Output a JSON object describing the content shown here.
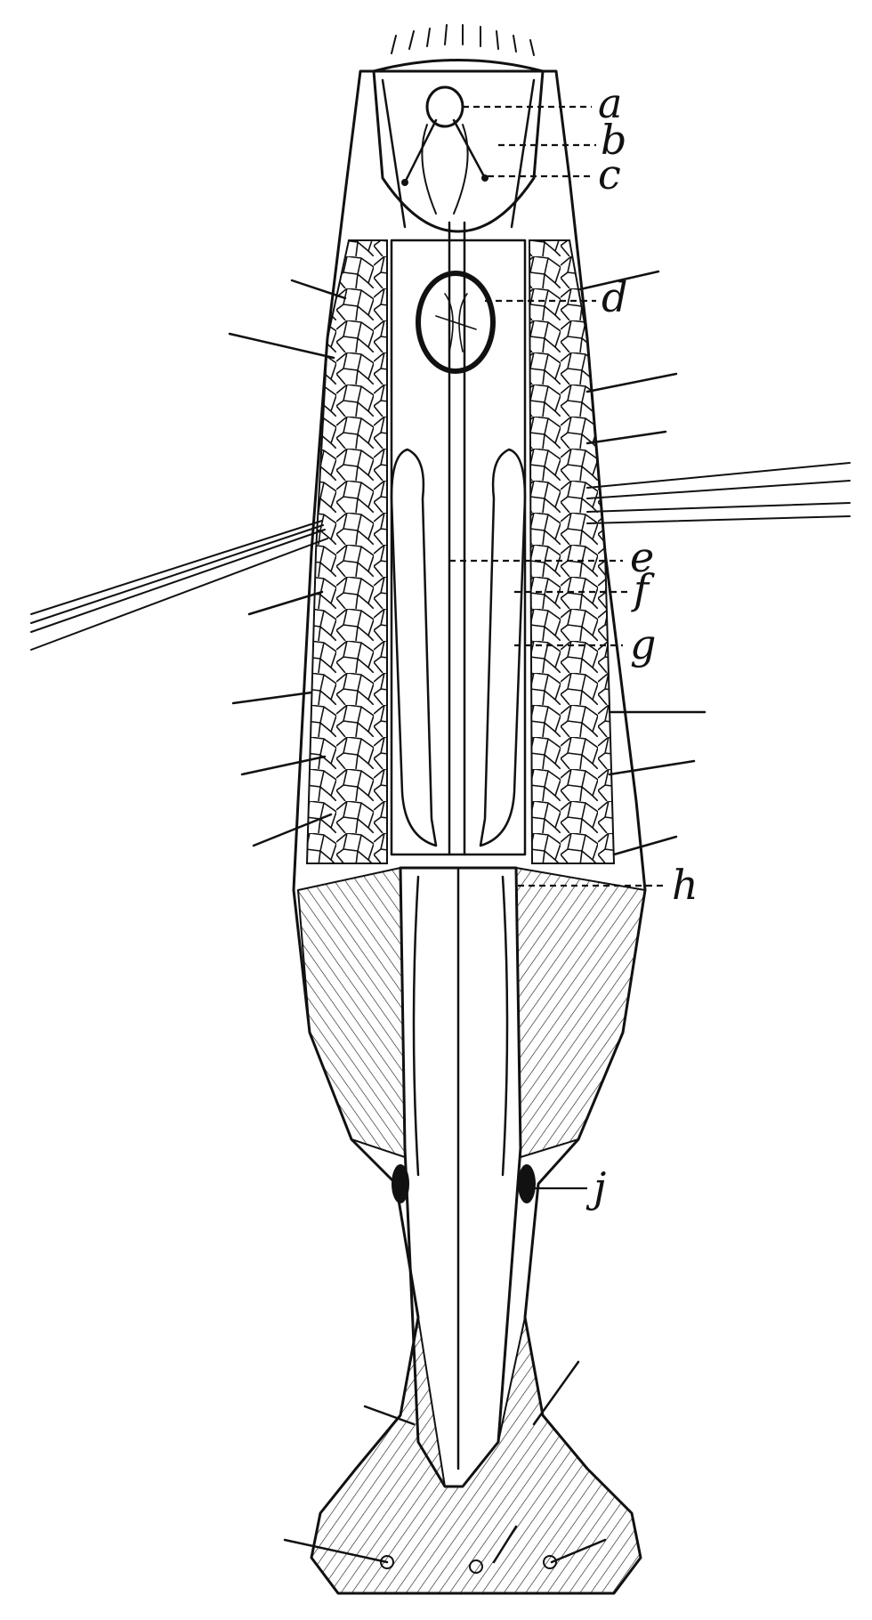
{
  "diagram": {
    "colors": {
      "ink": "#111111",
      "paper": "#ffffff"
    },
    "labels": [
      {
        "id": "a",
        "text": "a"
      },
      {
        "id": "b",
        "text": "b"
      },
      {
        "id": "c",
        "text": "c"
      },
      {
        "id": "d",
        "text": "d"
      },
      {
        "id": "e",
        "text": "e"
      },
      {
        "id": "f",
        "text": "f"
      },
      {
        "id": "g",
        "text": "g"
      },
      {
        "id": "h",
        "text": "h"
      },
      {
        "id": "j",
        "text": "j"
      }
    ]
  }
}
